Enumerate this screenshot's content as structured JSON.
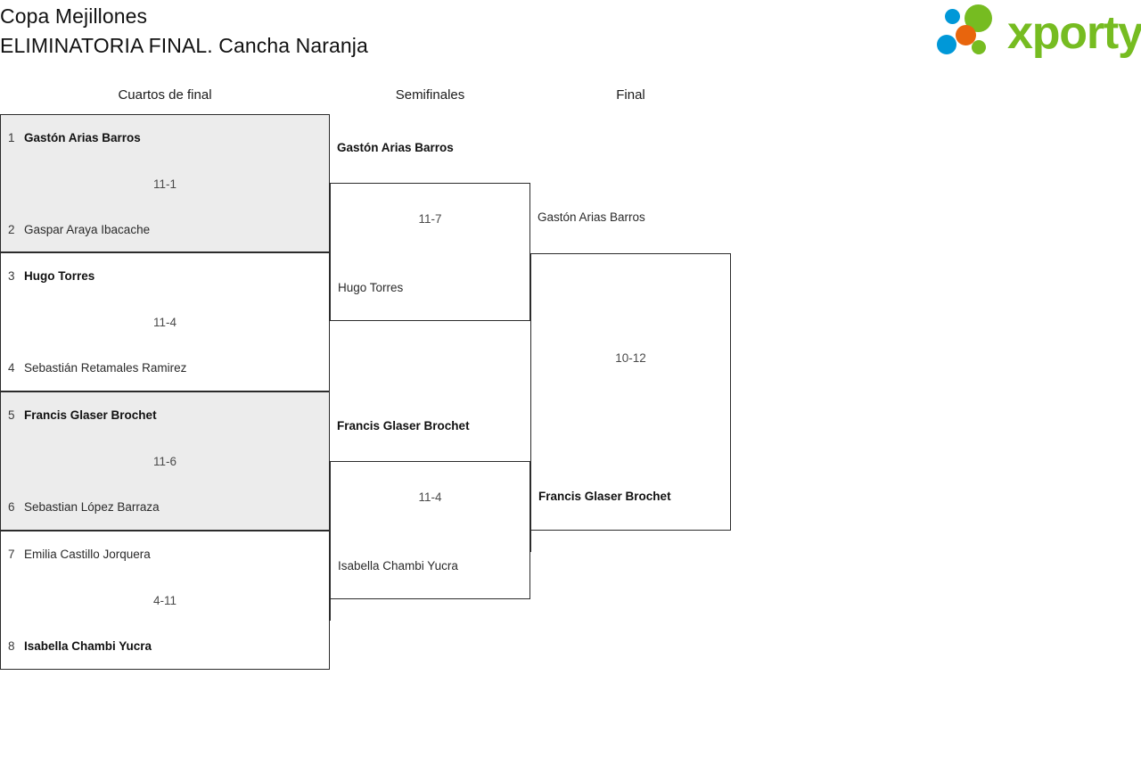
{
  "header": {
    "tournament_name": "Copa Mejillones",
    "stage_name": "ELIMINATORIA FINAL. Cancha Naranja",
    "logo": {
      "wordmark": "xporty",
      "green": "#76bc21",
      "blue": "#0098d8",
      "orange": "#e8650d"
    }
  },
  "rounds": [
    {
      "label": "Cuartos de final"
    },
    {
      "label": "Semifinales"
    },
    {
      "label": "Final"
    }
  ],
  "quarterfinals": [
    {
      "score": "11-1",
      "top": {
        "seed": "1",
        "name": "Gastón Arias Barros",
        "winner": true
      },
      "bottom": {
        "seed": "2",
        "name": "Gaspar Araya Ibacache",
        "winner": false
      }
    },
    {
      "score": "11-4",
      "top": {
        "seed": "3",
        "name": "Hugo Torres",
        "winner": true
      },
      "bottom": {
        "seed": "4",
        "name": "Sebastián Retamales Ramirez",
        "winner": false
      }
    },
    {
      "score": "11-6",
      "top": {
        "seed": "5",
        "name": "Francis Glaser Brochet",
        "winner": true
      },
      "bottom": {
        "seed": "6",
        "name": "Sebastian López Barraza",
        "winner": false
      }
    },
    {
      "score": "4-11",
      "top": {
        "seed": "7",
        "name": "Emilia Castillo Jorquera",
        "winner": false
      },
      "bottom": {
        "seed": "8",
        "name": "Isabella Chambi Yucra",
        "winner": true
      }
    }
  ],
  "semifinals": [
    {
      "score": "11-7",
      "top": {
        "name": "Gastón Arias Barros",
        "winner": true
      },
      "bottom": {
        "name": "Hugo Torres",
        "winner": false
      }
    },
    {
      "score": "11-4",
      "top": {
        "name": "Francis Glaser Brochet",
        "winner": true
      },
      "bottom": {
        "name": "Isabella Chambi Yucra",
        "winner": false
      }
    }
  ],
  "final": [
    {
      "score": "10-12",
      "top": {
        "name": "Gastón Arias Barros",
        "winner": false
      },
      "bottom": {
        "name": "Francis Glaser Brochet",
        "winner": true
      }
    }
  ]
}
